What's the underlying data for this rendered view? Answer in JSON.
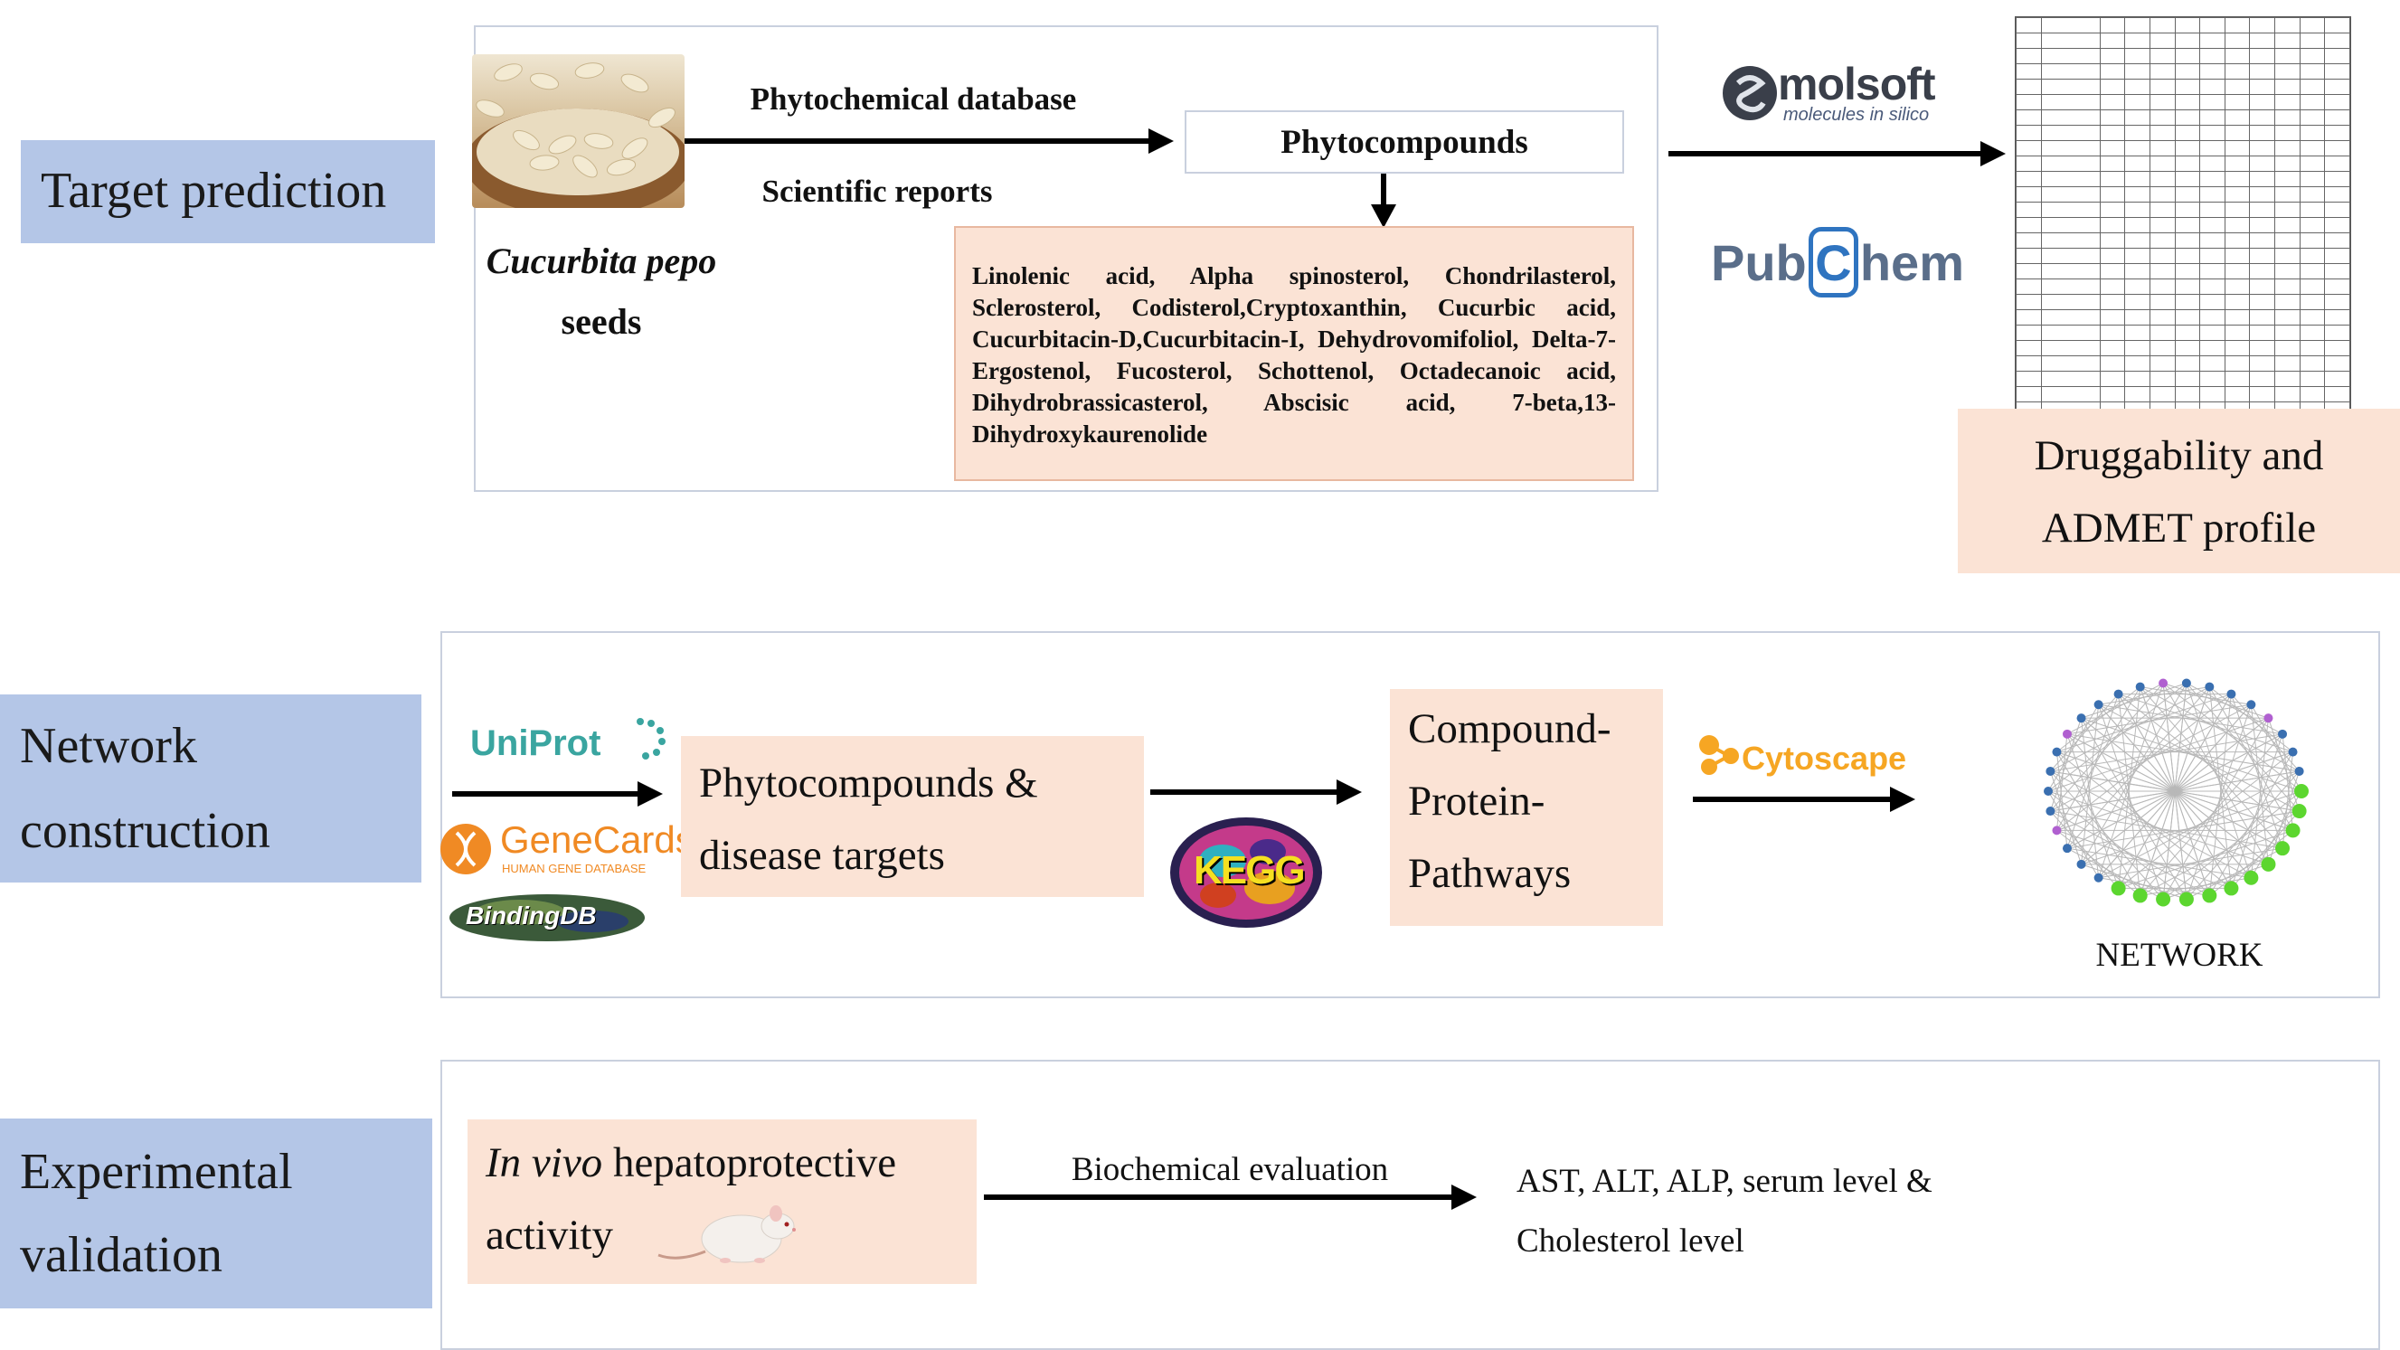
{
  "stages": {
    "target": "Target prediction",
    "network_line1": "Network",
    "network_line2": "construction",
    "validation_line1": "Experimental",
    "validation_line2": "validation"
  },
  "row1": {
    "seed_name": "Cucurbita pepo",
    "seed_word": "seeds",
    "arrow_top_label": "Phytochemical database",
    "arrow_bottom_label": "Scientific reports",
    "phytocompounds_box": "Phytocompounds",
    "compound_list": "Linolenic acid, Alpha spinosterol, Chondrilasterol, Sclerosterol, Codisterol,Cryptoxanthin, Cucurbic acid, Cucurbitacin-D,Cucurbitacin-I, Dehydrovomifoliol, Delta-7-Ergostenol, Fucosterol, Schottenol, Octadecanoic acid, Dihydrobrassicasterol, Abscisic acid, 7-beta,13-Dihydroxykaurenolide",
    "molsoft_name": "molsoft",
    "molsoft_tagline": "molecules in silico",
    "pubchem_left": "Pub",
    "pubchem_c": "C",
    "pubchem_right": "hem",
    "druggability_line1": "Druggability and",
    "druggability_line2": "ADMET profile"
  },
  "row2": {
    "uniprot": "UniProt",
    "genecards": "GeneCards",
    "genecards_sub": "HUMAN GENE DATABASE",
    "bindingdb": "BindingDB",
    "targets_line1": "Phytocompounds &",
    "targets_line2": "disease targets",
    "kegg": "KEGG",
    "cpp_line1": "Compound-",
    "cpp_line2": "Protein-",
    "cpp_line3": "Pathways",
    "cytoscape": "Cytoscape",
    "network_caption": "NETWORK"
  },
  "row3": {
    "invivo_italic": "In vivo",
    "invivo_rest": " hepatoprotective",
    "invivo_line2": "activity",
    "arrow_label": "Biochemical evaluation",
    "result_line1": "AST, ALT, ALP, serum level &",
    "result_line2": "Cholesterol level"
  },
  "colors": {
    "stage_bg": "#b4c6e7",
    "peach_bg": "#fbe3d5",
    "uniprot": "#3aa5a0",
    "genecards": "#f08a24",
    "pubchem": "#5a6e8a",
    "cytoscape": "#f6a623",
    "network_node_green": "#5cd62f"
  }
}
